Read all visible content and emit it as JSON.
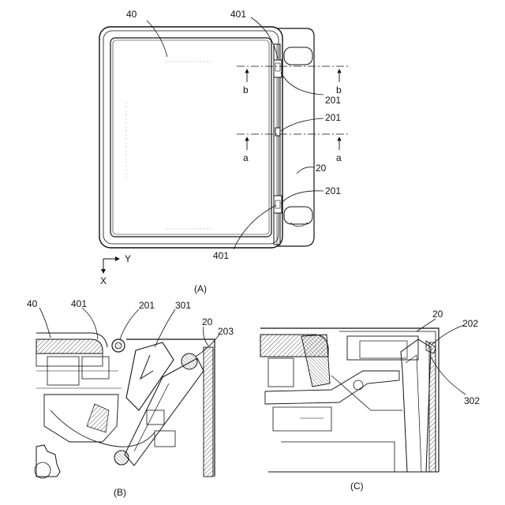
{
  "panel_a": {
    "caption": "(A)",
    "labels": {
      "n40": "40",
      "n401_top": "401",
      "n201_top": "201",
      "n201_mid": "201",
      "n20": "20",
      "n201_bot": "201",
      "n401_bot": "401",
      "b_left": "b",
      "b_right": "b",
      "a_left": "a",
      "a_right": "a"
    },
    "axes": {
      "y": "Y",
      "x": "X"
    }
  },
  "panel_b": {
    "caption": "(B)",
    "labels": {
      "n40": "40",
      "n401": "401",
      "n201": "201",
      "n301": "301",
      "n20": "20",
      "n203": "203"
    }
  },
  "panel_c": {
    "caption": "(C)",
    "labels": {
      "n20": "20",
      "n202": "202",
      "n302": "302"
    }
  }
}
